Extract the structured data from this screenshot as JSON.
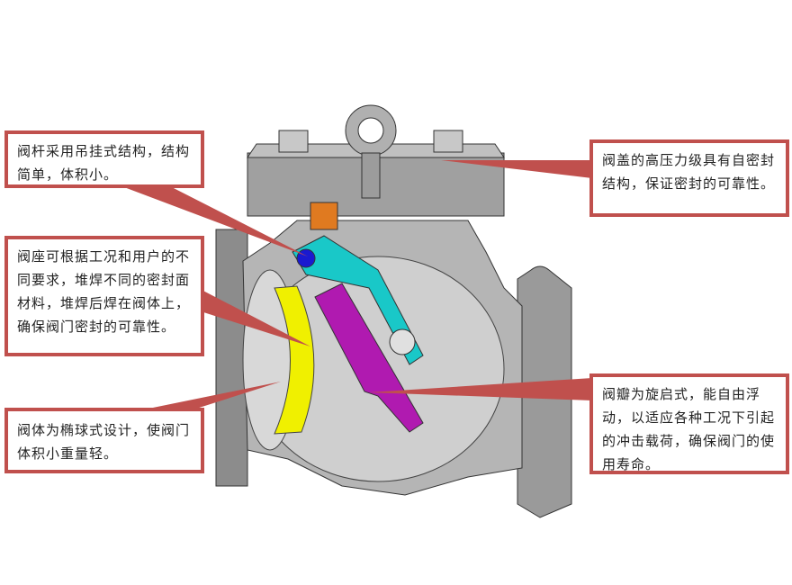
{
  "title": "Swing check valve cutaway",
  "callouts": {
    "stem": "阀杆采用吊挂式结构，结构简单，体积小。",
    "seat": "阀座可根据工况和用户的不同要求，堆焊不同的密封面材料，堆焊后焊在阀体上，确保阀门密封的可靠性。",
    "body": "阀体为椭球式设计，使阀门体积小重量轻。",
    "bonnet": "阀盖的高压力级具有自密封结构，保证密封的可靠性。",
    "disc": "阀瓣为旋启式，能自由浮动，以适应各种工况下引起的冲击载荷，确保阀门的使用寿命。"
  },
  "colors": {
    "callout_border": "#c0504d",
    "body": "#a9a9a9",
    "arm": "#19c8c8",
    "disc": "#b01ab0",
    "seat": "#f0f000",
    "pin": "#1a1ad0",
    "nut": "#e07a20"
  }
}
